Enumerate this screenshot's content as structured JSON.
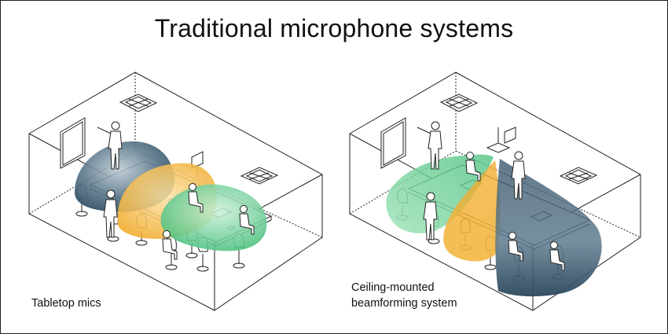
{
  "title": "Traditional microphone systems",
  "panels": [
    {
      "caption_lines": [
        "Tabletop mics"
      ]
    },
    {
      "caption_lines": [
        "Ceiling-mounted",
        "beamforming system"
      ]
    }
  ],
  "colors": {
    "navy": "#3f5f75",
    "orange": "#f2b43c",
    "green": "#5cc98a",
    "line": "#222222"
  }
}
